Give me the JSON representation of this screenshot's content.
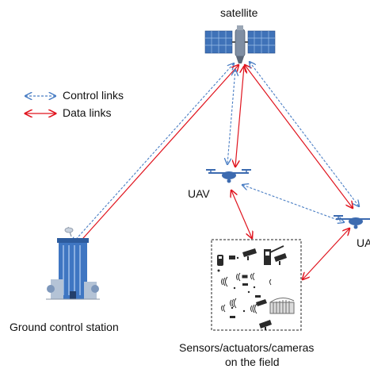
{
  "labels": {
    "satellite": "satellite",
    "uav_left": "UAV",
    "uav_right": "UA",
    "ground_station": "Ground control station",
    "field_line1": "Sensors/actuators/cameras",
    "field_line2": "on the field"
  },
  "legend": {
    "control": "Control links",
    "data": "Data links"
  },
  "colors": {
    "control_link": "#4a7ec4",
    "data_link": "#e0141e",
    "device": "#3d6bb0"
  }
}
